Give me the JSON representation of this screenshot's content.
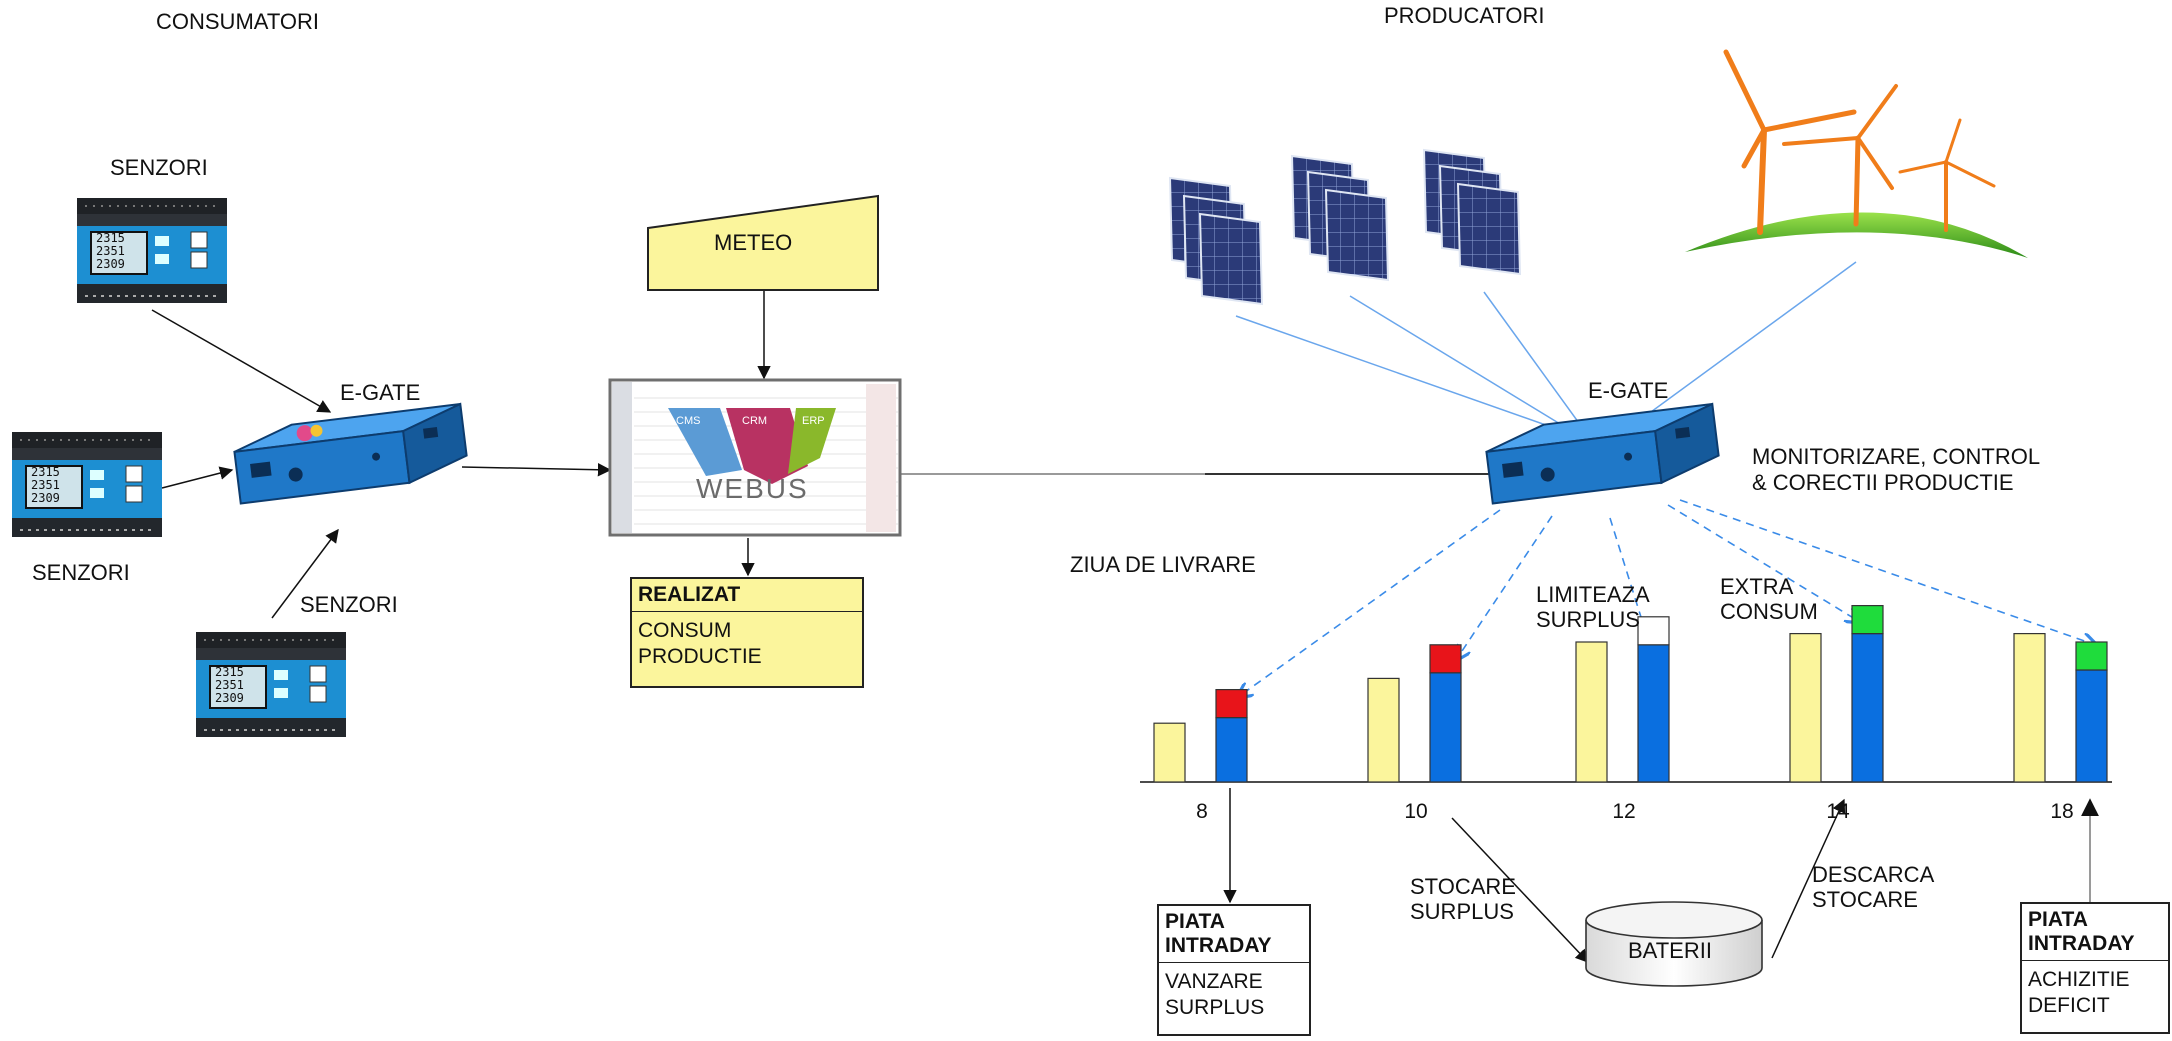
{
  "sections": {
    "consumers": "CONSUMATORI",
    "producers": "PRODUCATORI"
  },
  "sensors": {
    "label_top": "SENZORI",
    "label_left": "SENZORI",
    "label_bottom": "SENZORI",
    "display_digits": [
      "2315",
      "2351",
      "2309"
    ]
  },
  "gateway": {
    "left_label": "E-GATE",
    "right_label": "E-GATE"
  },
  "meteo": {
    "label": "METEO"
  },
  "webus": {
    "name": "WEBUS",
    "tiles": [
      "CMS",
      "CRM",
      "ERP"
    ]
  },
  "realizat": {
    "title": "REALIZAT",
    "line1": "CONSUM",
    "line2": "PRODUCTIE"
  },
  "monitoring": {
    "line1": "MONITORIZARE, CONTROL",
    "line2": "& CORECTII PRODUCTIE"
  },
  "delivery_day": "ZIUA DE LIVRARE",
  "annotations": {
    "limit_line1": "LIMITEAZA",
    "limit_line2": "SURPLUS",
    "extra_line1": "EXTRA",
    "extra_line2": "CONSUM",
    "store_line1": "STOCARE",
    "store_line2": "SURPLUS",
    "discharge_line1": "DESCARCA",
    "discharge_line2": "STOCARE"
  },
  "battery": {
    "label": "BATERII"
  },
  "market_left": {
    "title_line1": "PIATA",
    "title_line2": "INTRADAY",
    "body_line1": "VANZARE",
    "body_line2": "SURPLUS"
  },
  "market_right": {
    "title_line1": "PIATA",
    "title_line2": "INTRADAY",
    "body_line1": "ACHIZITIE",
    "body_line2": "DEFICIT"
  },
  "colors": {
    "device_blue": "#1f78c8",
    "forecast_yellow": "#fbf59c",
    "actual_blue": "#0a6fe0",
    "surplus_red": "#e8141a",
    "extra_green": "#1fdc3c",
    "solar_panel": "#2b3a78",
    "turbine_orange": "#f07d1a",
    "link_blue": "#6aa6ec"
  },
  "chart_data": {
    "type": "bar",
    "categories": [
      "8",
      "10",
      "12",
      "14",
      "18"
    ],
    "series": [
      {
        "values": [
          2.1,
          3.7,
          5.0,
          5.3,
          5.3
        ]
      },
      {
        "values": [
          2.3,
          3.9,
          4.9,
          5.3,
          4.0
        ]
      },
      {
        "values": [
          1.0,
          1.0,
          1.0,
          1.0,
          1.0
        ]
      }
    ],
    "top_segment_colors": [
      "#e8141a",
      "#e8141a",
      "#ffffff",
      "#1fdc3c",
      "#1fdc3c"
    ],
    "xlabel": "",
    "ylabel": ""
  }
}
